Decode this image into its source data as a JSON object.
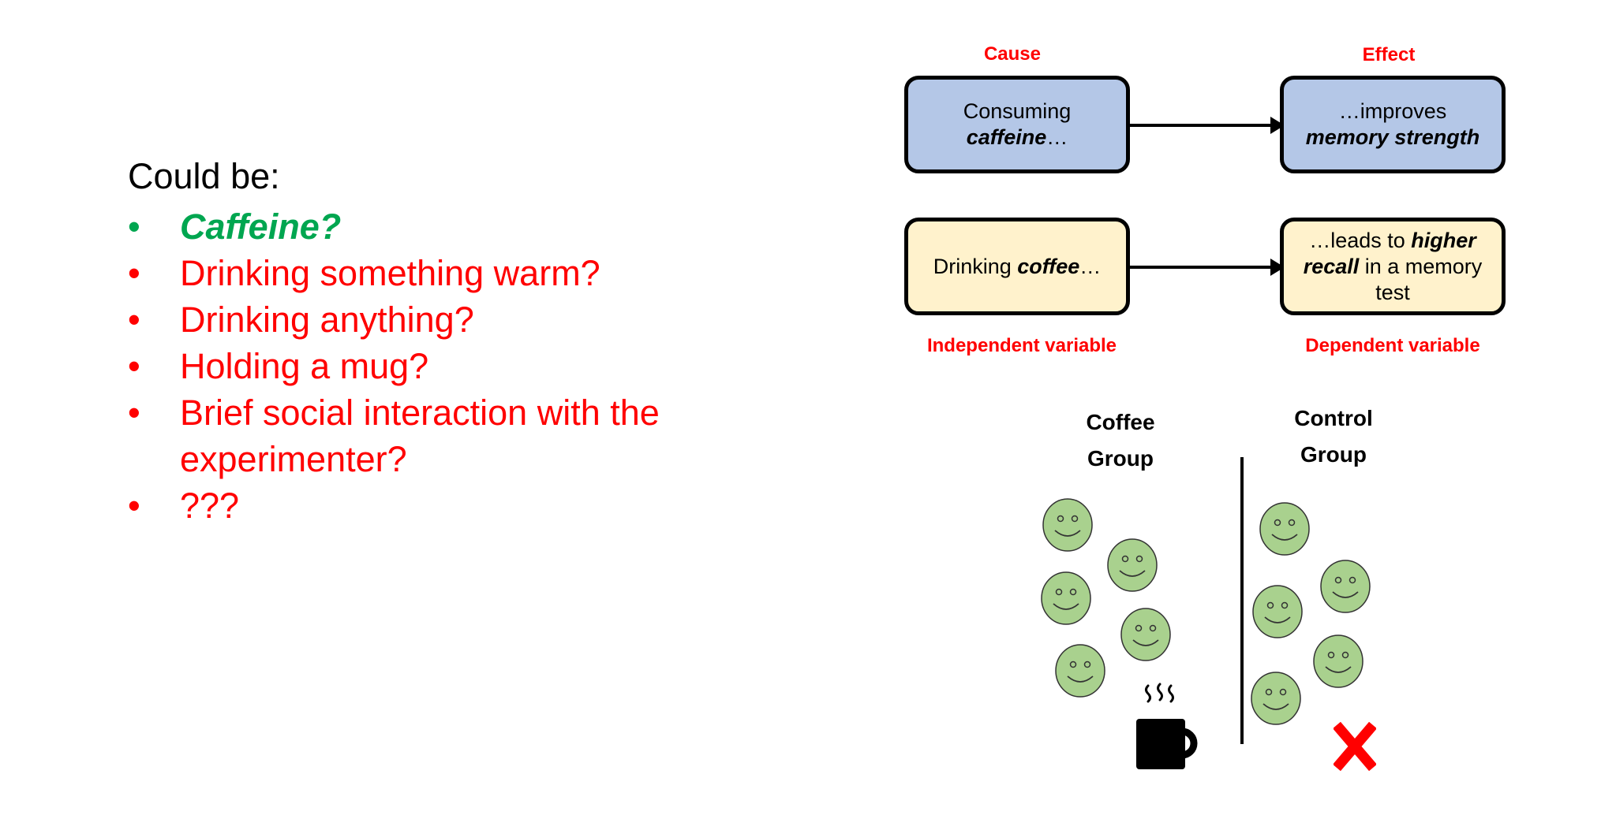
{
  "list": {
    "intro": "Could be:",
    "bullet_char": "•",
    "items": [
      {
        "text": "Caffeine?",
        "highlight": true
      },
      {
        "text": "Drinking something warm?",
        "highlight": false
      },
      {
        "text": "Drinking anything?",
        "highlight": false
      },
      {
        "text": "Holding a mug?",
        "highlight": false
      },
      {
        "text": "Brief social interaction with the experimenter?",
        "highlight": false
      },
      {
        "text": "???",
        "highlight": false
      }
    ]
  },
  "diagram": {
    "cause_label": "Cause",
    "effect_label": "Effect",
    "box_cause": {
      "line1": "Consuming",
      "bold": "caffeine",
      "suffix": "…"
    },
    "box_effect": {
      "prefix": "…improves",
      "bold": "memory strength"
    },
    "box_iv": {
      "prefix": "Drinking ",
      "bold": "coffee",
      "suffix": "…"
    },
    "box_dv": {
      "prefix": "…leads to ",
      "bold": "higher recall",
      "suffix": " in a memory test"
    },
    "iv_label": "Independent variable",
    "dv_label": "Dependent variable"
  },
  "groups": {
    "coffee": {
      "line1": "Coffee",
      "line2": "Group",
      "icon": "coffee-mug-icon"
    },
    "control": {
      "line1": "Control",
      "line2": "Group",
      "icon": "red-x-icon"
    }
  },
  "colors": {
    "accent_red": "#ff0000",
    "accent_green": "#00a650",
    "box_blue": "#b4c7e7",
    "box_yellow": "#fff2cc",
    "face_fill": "#a9d18e"
  }
}
